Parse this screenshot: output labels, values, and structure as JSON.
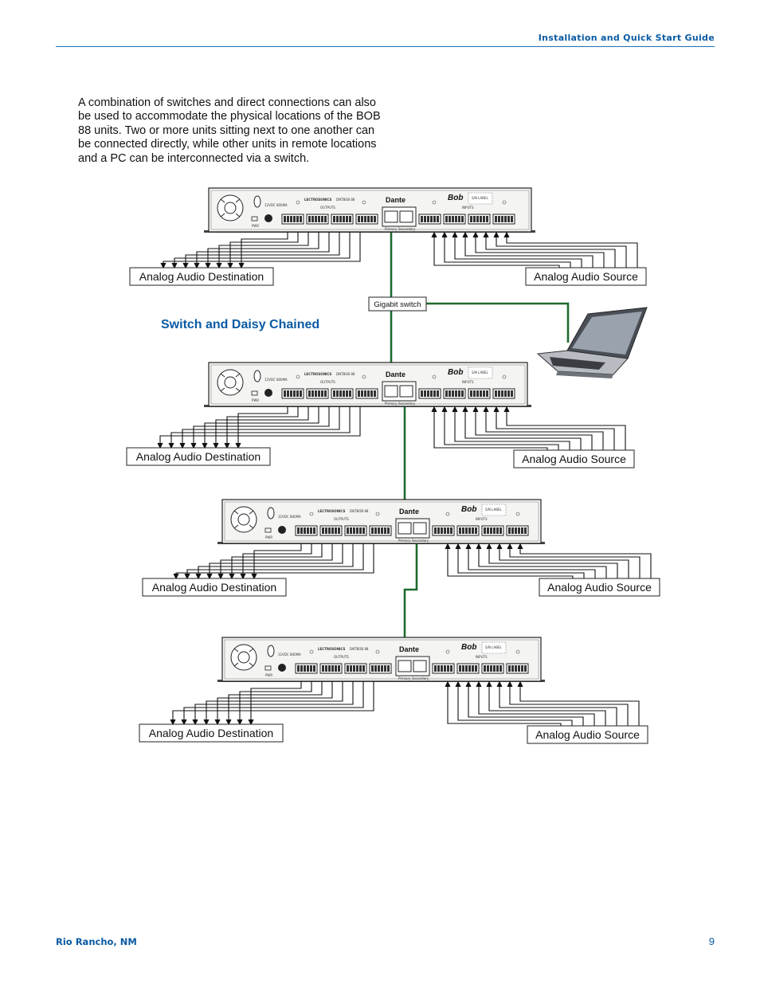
{
  "header": {
    "title": "Installation and Quick Start Guide"
  },
  "intro": {
    "text": "A combination of switches and direct connections can also be used to accommodate the physical locations of the BOB 88 units. Two or more units sitting next to one another can be connected directly, while other units in remote locations and a PC can be interconnected via a switch."
  },
  "diagram": {
    "section_title": "Switch and Daisy Chained",
    "switch_label": "Gigabit switch",
    "units": [
      {
        "destination_label": "Analog Audio Destination",
        "source_label": "Analog Audio Source"
      },
      {
        "destination_label": "Analog Audio Destination",
        "source_label": "Analog Audio Source"
      },
      {
        "destination_label": "Analog Audio Destination",
        "source_label": "Analog Audio Source"
      },
      {
        "destination_label": "Analog Audio Destination",
        "source_label": "Analog Audio Source"
      }
    ],
    "panel_text": {
      "brand": "LECTROSONICS",
      "model": "DNTBOB 88",
      "dante": "Dante",
      "bob": "Bob",
      "outputs": "OUTPUTS",
      "inputs": "INPUTS",
      "power": "12VDC 800MA",
      "pwr": "PWR",
      "primary": "Primary",
      "secondary": "Secondary",
      "sn": "S/N LABEL"
    },
    "colors": {
      "network_line": "#1f6b2f",
      "accent": "#0a5aa3"
    }
  },
  "footer": {
    "location": "Rio Rancho, NM",
    "page_number": "9"
  }
}
